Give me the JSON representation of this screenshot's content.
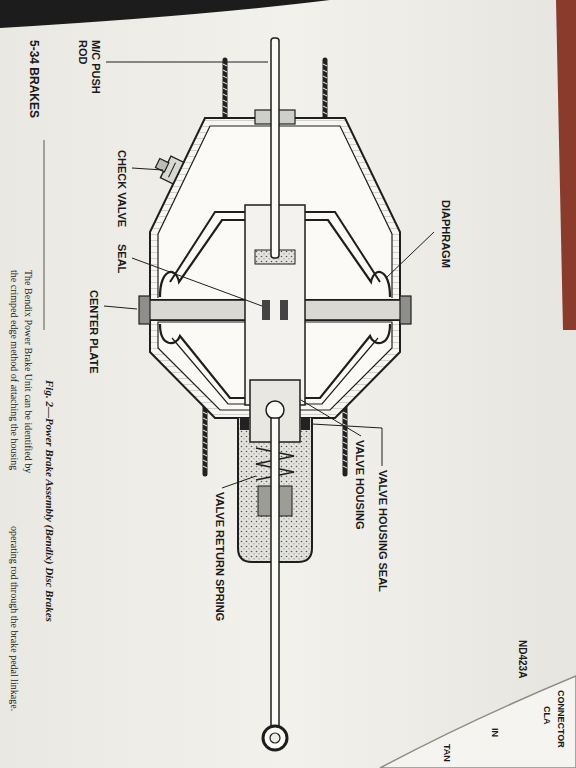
{
  "diagram": {
    "caption": "Fig. 2—Power Brake Assembly (Bendix) Disc Brakes",
    "labels": [
      "5-34 BRAKES",
      "M/C PUSH ROD",
      "CHECK VALVE",
      "SEAL",
      "CENTER PLATE",
      "DIAPHRAGM",
      "VALVE HOUSING",
      "VALVE HOUSING SEAL",
      "VALVE RETURN SPRING",
      "ND423A",
      "The Bendix Power Brake Unit can be identified by",
      "the crimped edge method of attaching the housing",
      "operating rod through the brake pedal linkage.",
      "CONNECTOR",
      "CLA",
      "IN",
      "TAN"
    ]
  }
}
